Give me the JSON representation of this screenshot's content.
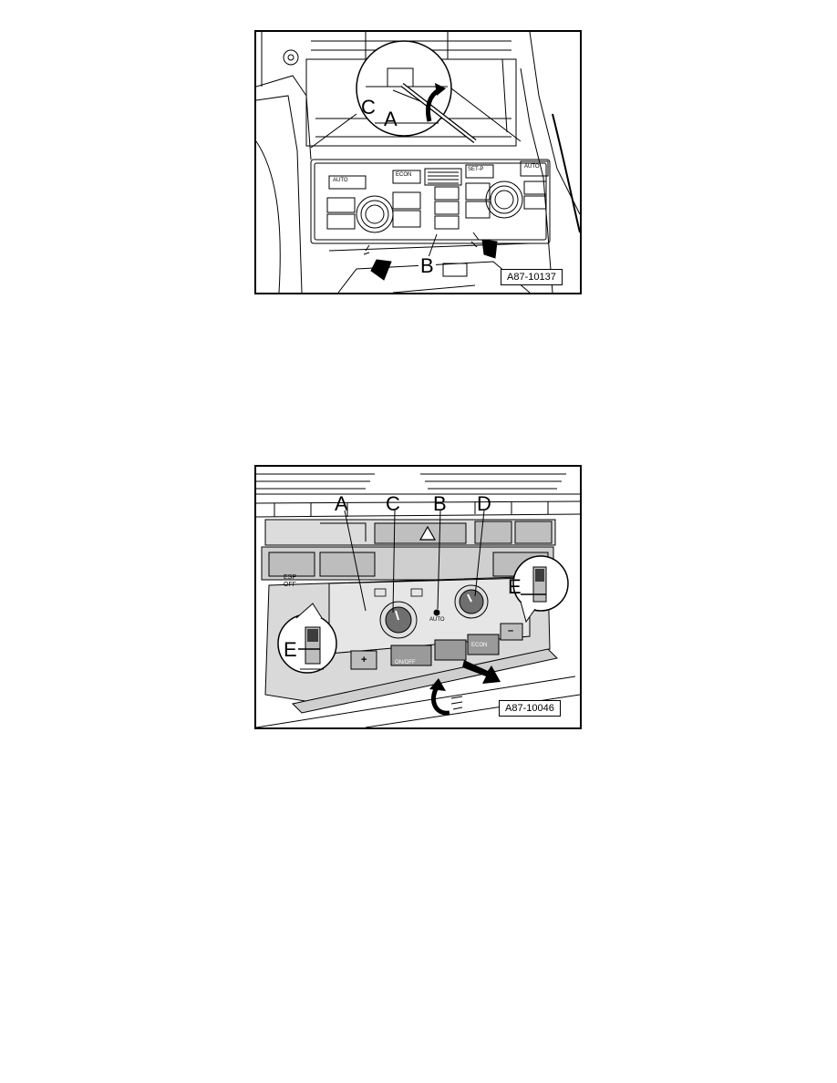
{
  "figure1": {
    "ref": "A87-10137",
    "callouts": {
      "a": "A",
      "b": "B",
      "c": "C"
    },
    "buttons": {
      "auto_left": "AUTO",
      "econ": "ECON",
      "setup": "SET-P",
      "auto_right": "AUTO"
    }
  },
  "figure2": {
    "ref": "A87-10046",
    "callouts": {
      "a": "A",
      "c": "C",
      "b": "B",
      "d": "D",
      "e_right": "E",
      "e_left": "E"
    },
    "buttons": {
      "esp": "ESP",
      "esp_off": "OFF",
      "auto": "AUTO",
      "onoff": "ON/OFF",
      "econ": "ECON",
      "plus": "+",
      "minus": "–"
    }
  }
}
